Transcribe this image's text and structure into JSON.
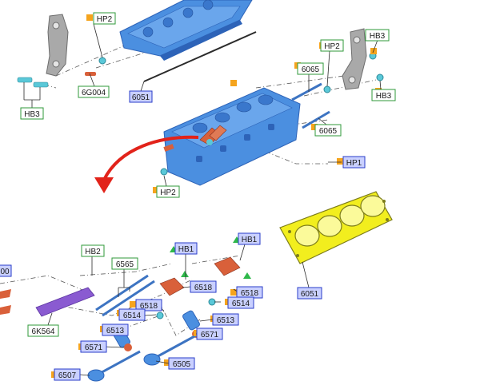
{
  "callouts": [
    {
      "id": "hp2_top",
      "text": "HP2",
      "style": "green"
    },
    {
      "id": "g6g004",
      "text": "6G004",
      "style": "green"
    },
    {
      "id": "hb3_left",
      "text": "HB3",
      "style": "green"
    },
    {
      "id": "c6051_top",
      "text": "6051",
      "style": "blue"
    },
    {
      "id": "hp2_right",
      "text": "HP2",
      "style": "green"
    },
    {
      "id": "hb3_r1",
      "text": "HB3",
      "style": "green"
    },
    {
      "id": "hb3_r2",
      "text": "HB3",
      "style": "green"
    },
    {
      "id": "c6065_a",
      "text": "6065",
      "style": "green"
    },
    {
      "id": "c6065_b",
      "text": "6065",
      "style": "green"
    },
    {
      "id": "hp1",
      "text": "HP1",
      "style": "blue"
    },
    {
      "id": "hp2_mid",
      "text": "HP2",
      "style": "green"
    },
    {
      "id": "c6051_gasket",
      "text": "6051",
      "style": "blue"
    },
    {
      "id": "c00",
      "text": "00",
      "style": "blue"
    },
    {
      "id": "hb2",
      "text": "HB2",
      "style": "green"
    },
    {
      "id": "c6565",
      "text": "6565",
      "style": "green"
    },
    {
      "id": "hb1_a",
      "text": "HB1",
      "style": "blue"
    },
    {
      "id": "hb1_b",
      "text": "HB1",
      "style": "blue"
    },
    {
      "id": "c6518_a",
      "text": "6518",
      "style": "blue"
    },
    {
      "id": "c6518_b",
      "text": "6518",
      "style": "blue"
    },
    {
      "id": "c6518_c",
      "text": "6518",
      "style": "blue"
    },
    {
      "id": "c6514_a",
      "text": "6514",
      "style": "blue"
    },
    {
      "id": "c6514_b",
      "text": "6514",
      "style": "blue"
    },
    {
      "id": "c6k564",
      "text": "6K564",
      "style": "green"
    },
    {
      "id": "c6513_a",
      "text": "6513",
      "style": "blue"
    },
    {
      "id": "c6513_b",
      "text": "6513",
      "style": "blue"
    },
    {
      "id": "c6571_a",
      "text": "6571",
      "style": "blue"
    },
    {
      "id": "c6571_b",
      "text": "6571",
      "style": "blue"
    },
    {
      "id": "c6505",
      "text": "6505",
      "style": "blue"
    },
    {
      "id": "c6507",
      "text": "6507",
      "style": "blue"
    }
  ],
  "colors": {
    "part_blue": "#4b8fe0",
    "part_blue_dark": "#2d63b8",
    "part_red": "#d9603a",
    "gasket_yellow": "#f2ee1e",
    "gasket_edge": "#7c7c1a",
    "arrow_red": "#e2231a",
    "label_green_border": "#2f9a3a",
    "label_blue_border": "#2a3ec8",
    "label_blue_fill": "#c9d0ff",
    "marker_orange": "#f5a41d",
    "marker_green": "#2eb84a",
    "fastener_cyan": "#5ac8d8"
  }
}
